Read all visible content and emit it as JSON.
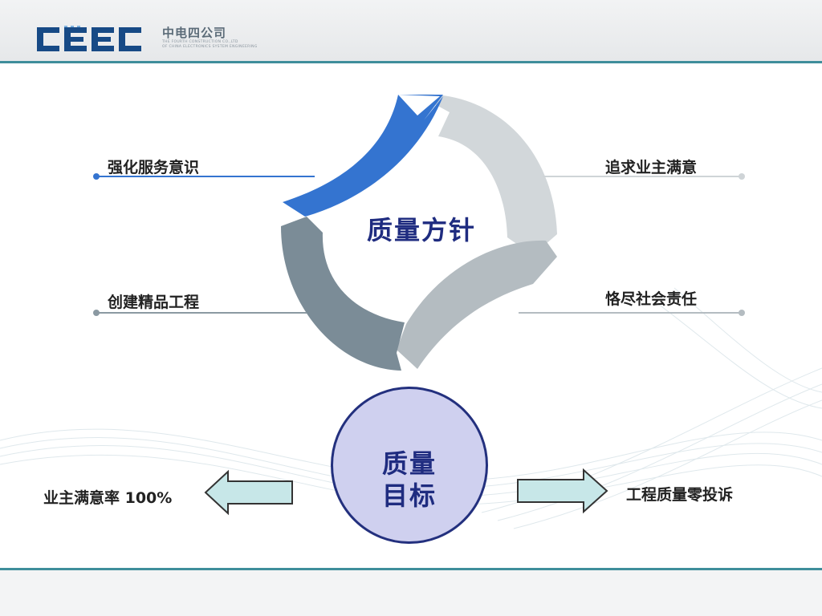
{
  "header": {
    "logo_text": "CEEC",
    "company_cn": "中电四公司",
    "company_en_line1": "THE FOURTH CONSTRUCTION CO.,LTD",
    "company_en_line2": "OF CHINA ELECTRONICS SYSTEM ENGINEERING"
  },
  "diagram": {
    "center_title": "质量方针",
    "labels": {
      "top_left": "强化服务意识",
      "top_right": "追求业主满意",
      "bottom_left": "创建精品工程",
      "bottom_right": "恪尽社会责任"
    },
    "goal_title_line1": "质量",
    "goal_title_line2": "目标",
    "goal_left": "业主满意率 100%",
    "goal_right": "工程质量零投诉"
  },
  "colors": {
    "accent_blue": "#3474d0",
    "teal_line": "#3f8e9b",
    "goal_fill": "#cfd0ef",
    "goal_border": "#23307e",
    "arrow_fill": "#c7e7e8"
  }
}
